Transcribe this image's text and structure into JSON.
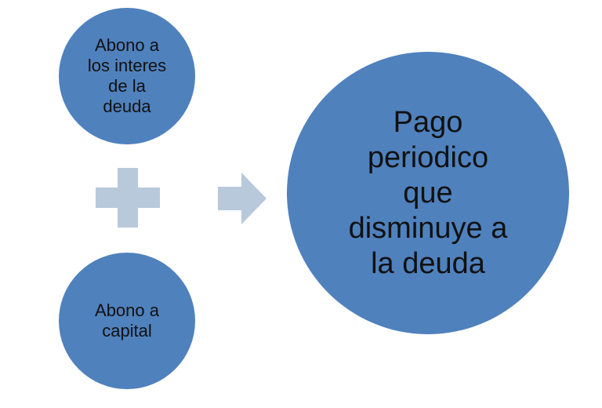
{
  "diagram": {
    "colors": {
      "circle_fill": "#4f81bd",
      "connector_fill": "#b9c9dc",
      "text": "#111111"
    },
    "nodes": {
      "top": {
        "label": "Abono a\nlos interes\nde la\ndeuda"
      },
      "bottom": {
        "label": "Abono a\ncapital"
      },
      "result": {
        "label": "Pago\nperiodico\nque\ndisminuye a\nla deuda"
      }
    },
    "connectors": {
      "combine": {
        "icon": "plus-icon"
      },
      "leads_to": {
        "icon": "arrow-right-icon"
      }
    }
  }
}
